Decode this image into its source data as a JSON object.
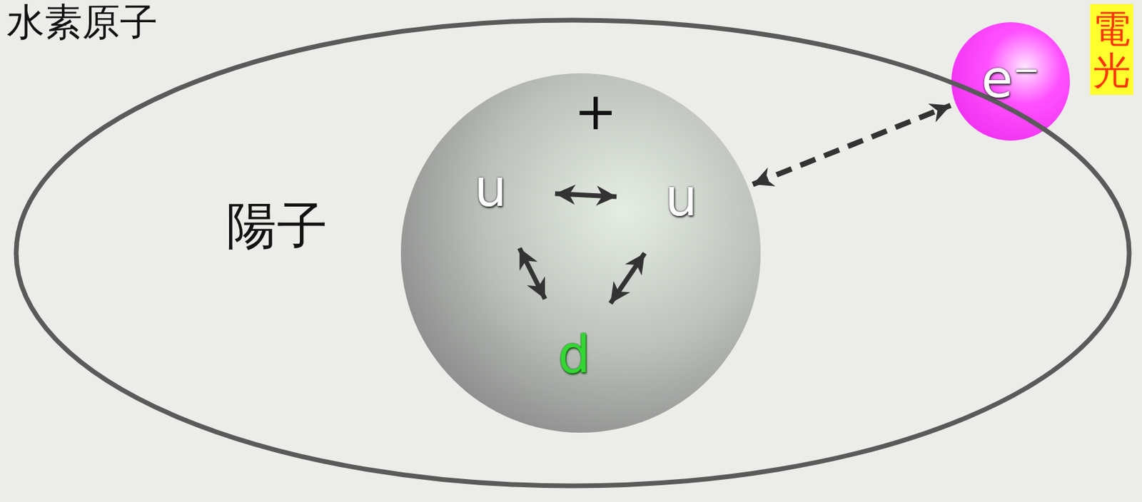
{
  "diagram": {
    "nodes": [
      {
        "text": [
          "水素原子"
        ]
      },
      {
        "text": [
          "陽子",
          "+"
        ],
        "in": 0
      },
      {
        "text": [
          "u"
        ],
        "in": 1
      },
      {
        "text": [
          "u"
        ],
        "in": 1
      },
      {
        "text": [
          "d"
        ],
        "in": 1
      },
      {
        "text": [
          "e⁻"
        ],
        "in": 0
      }
    ],
    "edges": [
      {
        "from": 2,
        "to": 3,
        "arrow": "both"
      },
      {
        "from": 2,
        "to": 4,
        "arrow": "both"
      },
      {
        "from": 3,
        "to": 4,
        "arrow": "both"
      },
      {
        "from": 1,
        "to": 5,
        "arrow": "both"
      }
    ],
    "labels": [
      "電光"
    ]
  }
}
